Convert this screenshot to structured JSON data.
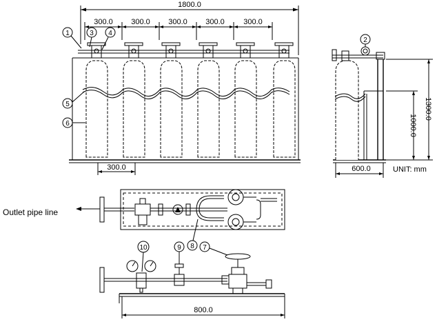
{
  "dimensions": {
    "total_width": "1800.0",
    "spacings": [
      "300.0",
      "300.0",
      "300.0",
      "300.0",
      "300.0"
    ],
    "bottom_spacing": "300.0",
    "side_width": "600.0",
    "side_height_inner": "1000.0",
    "side_height_total": "1300.0",
    "plan_width": "800.0"
  },
  "unit_label": "UNIT:  mm",
  "outlet_label": "Outlet pipe line",
  "callouts": [
    "1",
    "2",
    "3",
    "4",
    "5",
    "6",
    "7",
    "8",
    "9",
    "10"
  ]
}
